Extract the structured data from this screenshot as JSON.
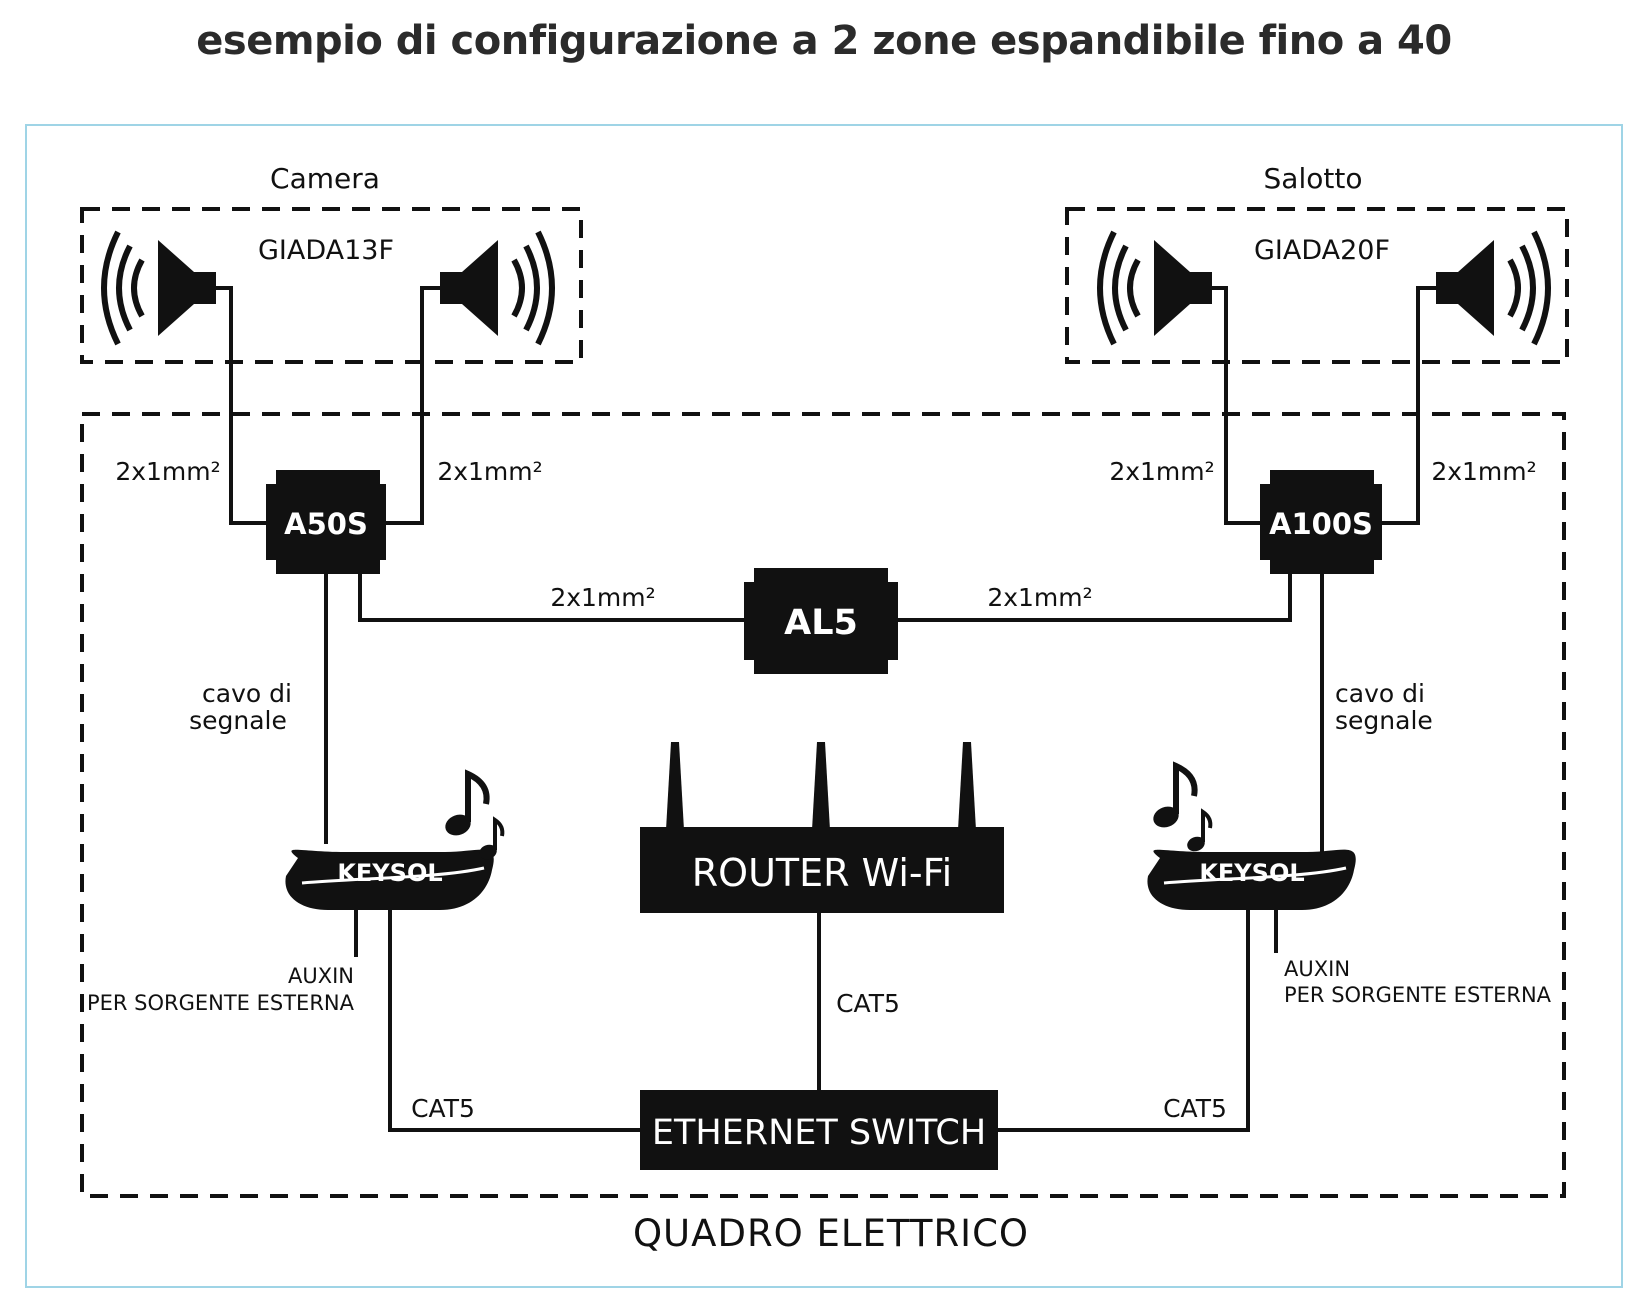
{
  "title": "esempio di configurazione a 2 zone espandibile fino a 40",
  "zones": {
    "left": {
      "room": "Camera",
      "speaker_model": "GIADA13F"
    },
    "right": {
      "room": "Salotto",
      "speaker_model": "GIADA20F"
    }
  },
  "devices": {
    "amp_left": "A50S",
    "amp_right": "A100S",
    "power_supply": "AL5",
    "router": "ROUTER Wi-Fi",
    "switch": "ETHERNET SWITCH",
    "streamer_left": "KEYSOL",
    "streamer_right": "KEYSOL"
  },
  "cables": {
    "speaker_wire": "2x1mm²",
    "signal_cable_line1": "cavo di",
    "signal_cable_line2": "segnale",
    "network": "CAT5",
    "auxin_line1": "AUXIN",
    "auxin_line2": "PER SORGENTE ESTERNA"
  },
  "panel_label": "QUADRO ELETTRICO",
  "colors": {
    "ink": "#111111",
    "frame": "#9fd4e6",
    "title": "#2b2b2b"
  }
}
